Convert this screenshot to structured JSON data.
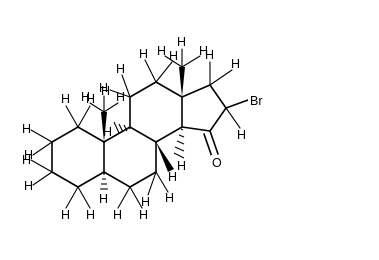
{
  "atom_labels": {
    "bromine": "Br",
    "oxygen": "O",
    "hydrogen": "H"
  },
  "stereo_labels": {
    "c8_h": "H",
    "c14_h": "H",
    "c9_h": "H",
    "c5_h": "H"
  }
}
